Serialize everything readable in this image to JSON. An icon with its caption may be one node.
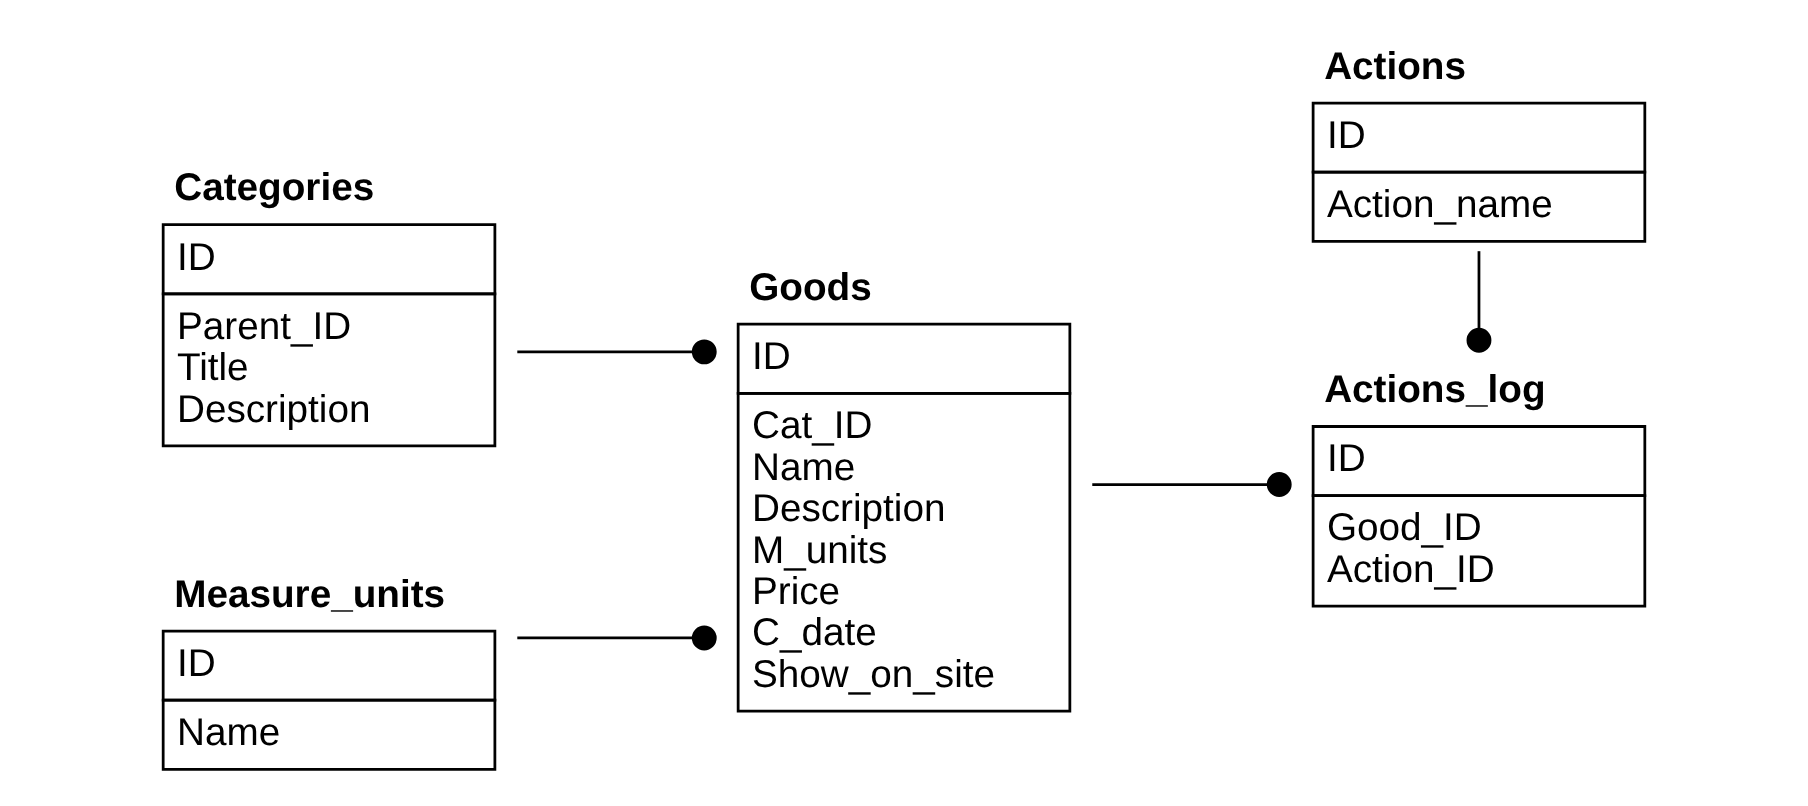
{
  "diagram": {
    "nodes": [
      {
        "text": [
          "Categories",
          "ID",
          "Parent_ID",
          "Title",
          "Description"
        ]
      },
      {
        "text": [
          "Goods",
          "ID",
          "Cat_ID",
          "Name",
          "Description",
          "M_units",
          "Price",
          "C_date",
          "Show_on_site"
        ]
      },
      {
        "text": [
          "Actions_log",
          "ID",
          "Good_ID",
          "Action_ID"
        ]
      },
      {
        "text": [
          "Measure_units",
          "ID",
          "Name"
        ]
      },
      {
        "text": [
          "Actions",
          "ID",
          "Action_name"
        ]
      }
    ],
    "edges": [
      {
        "from": 0,
        "to": 1,
        "arrow": "other"
      },
      {
        "from": 3,
        "to": 1,
        "arrow": "other"
      },
      {
        "from": 1,
        "to": 2,
        "arrow": "other"
      },
      {
        "from": 4,
        "to": 2,
        "arrow": "other"
      }
    ]
  }
}
